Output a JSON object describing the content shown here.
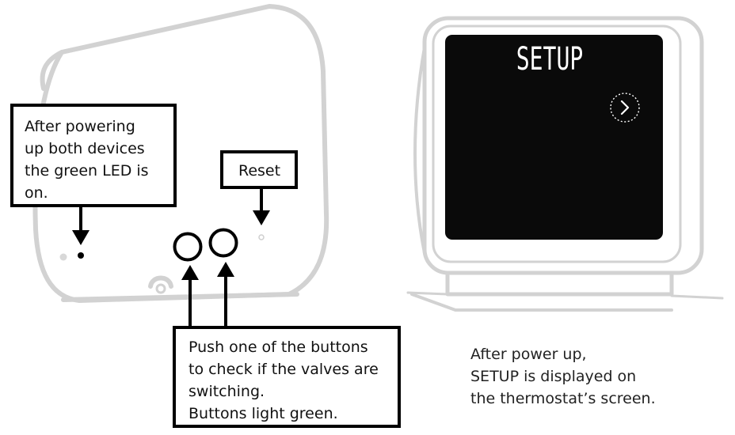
{
  "callouts": {
    "led": {
      "lines": [
        "After powering",
        "up both devices",
        "the green LED is",
        "on."
      ]
    },
    "reset": {
      "label": "Reset"
    },
    "push": {
      "lines": [
        "Push one of the buttons",
        "to check if the valves are",
        "switching.",
        "Buttons light green."
      ]
    }
  },
  "thermostat": {
    "screen_text": "SETUP",
    "next_icon": "chevron-right-icon"
  },
  "caption": {
    "lines": [
      "After power up,",
      "SETUP is displayed on",
      "the thermostat’s screen."
    ]
  },
  "colors": {
    "outline": "#d2d2d2",
    "screen": "#0a0a0a",
    "ink": "#000000"
  }
}
